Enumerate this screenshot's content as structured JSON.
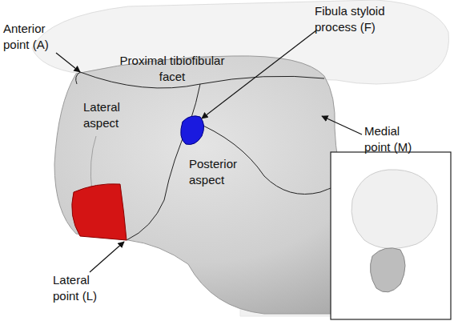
{
  "diagram": {
    "labels": [
      "Anterior point (A)",
      "Proximal tibiofibular facet",
      "Fibula styloid process (F)",
      "Medial point (M)",
      "Lateral aspect",
      "Posterior aspect",
      "Lateral point (L)"
    ]
  }
}
